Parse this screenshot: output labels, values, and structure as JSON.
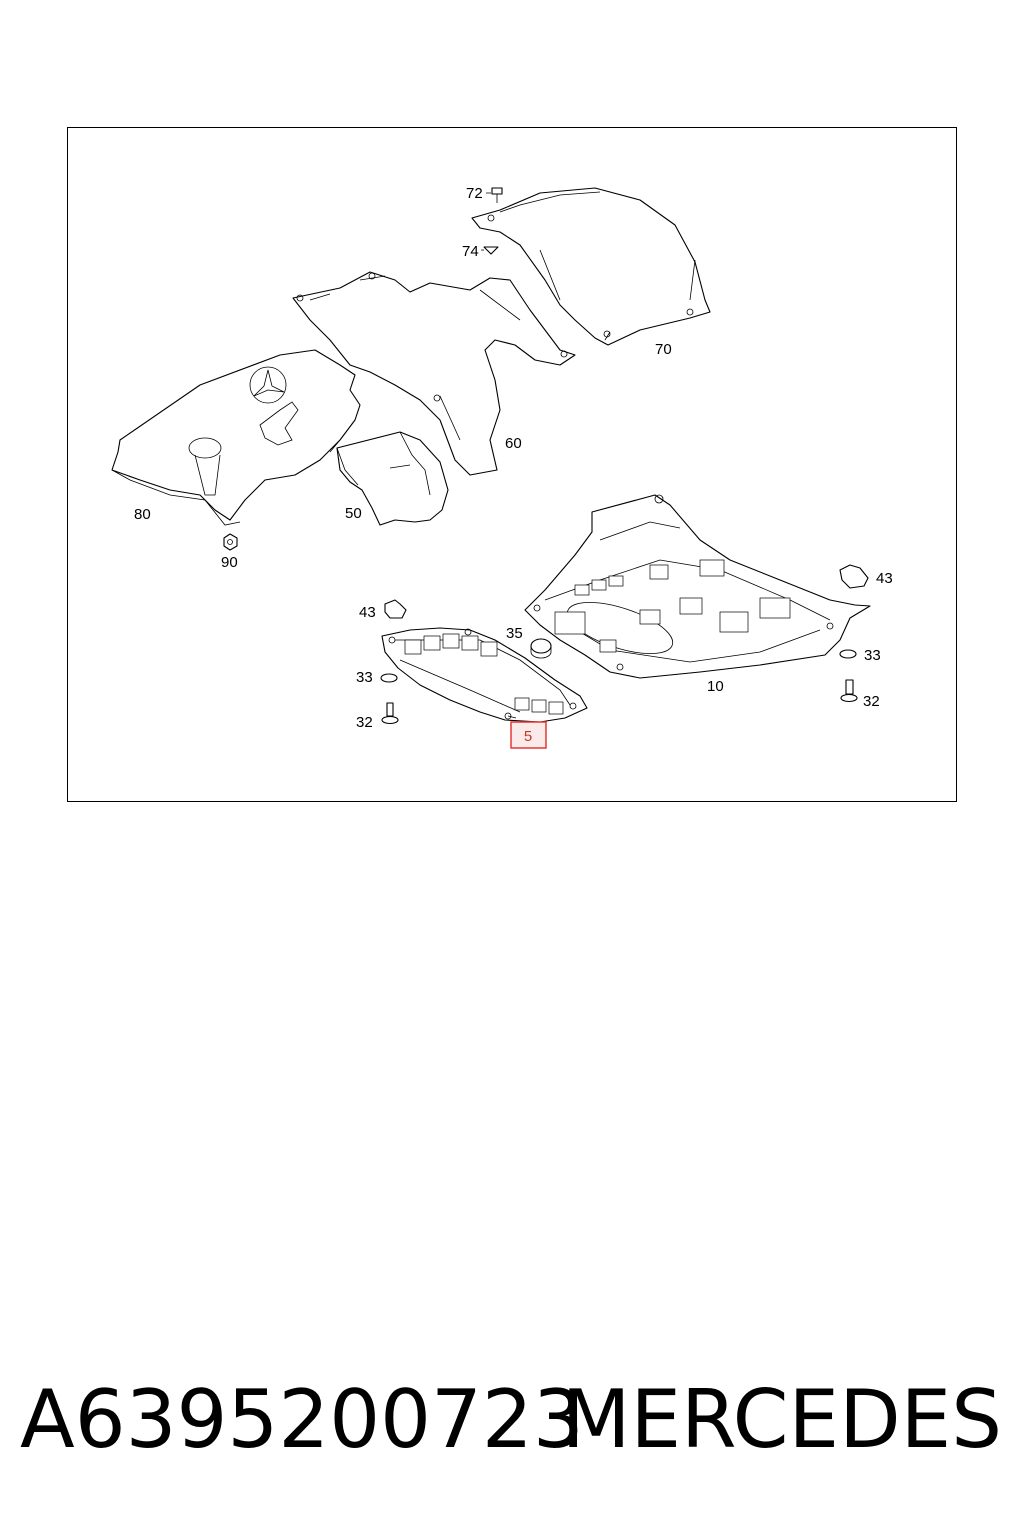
{
  "diagram": {
    "labels": {
      "p72": "72",
      "p74": "74",
      "p70": "70",
      "p60": "60",
      "p80": "80",
      "p90": "90",
      "p50": "50",
      "p43_right": "43",
      "p43_left": "43",
      "p35": "35",
      "p33_left": "33",
      "p33_right": "33",
      "p32_left": "32",
      "p32_right": "32",
      "p10": "10",
      "p5": "5"
    },
    "highlighted_part": "5",
    "highlight_color": "#e53935"
  },
  "footer": {
    "part_number": "A6395200723",
    "brand": "MERCEDES"
  }
}
